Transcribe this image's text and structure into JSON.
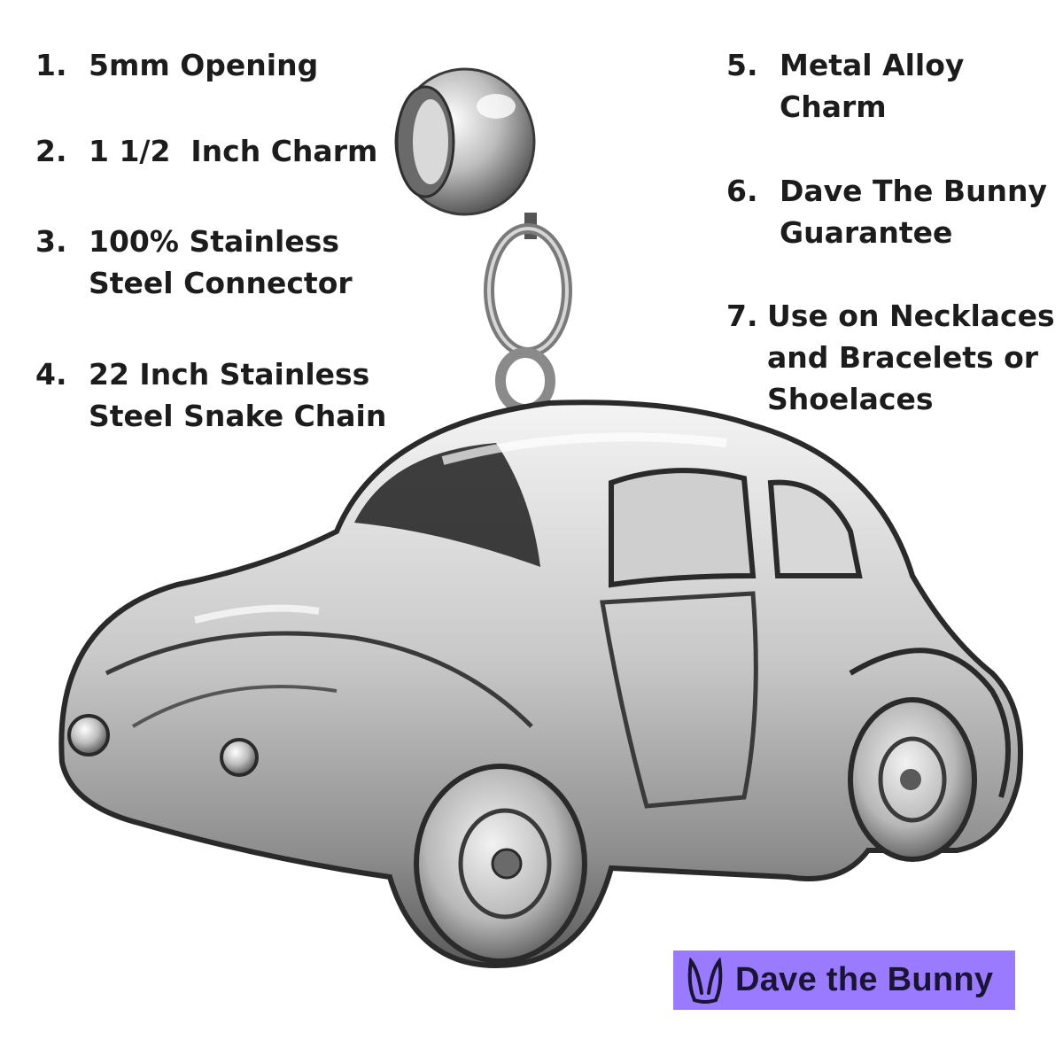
{
  "features_left": [
    {
      "number": "1.",
      "text": "5mm Opening"
    },
    {
      "number": "2.",
      "text": "1 1/2  Inch Charm"
    },
    {
      "number": "3.",
      "text": "100% Stainless\nSteel Connector"
    },
    {
      "number": "4.",
      "text": "22 Inch Stainless\nSteel Snake Chain"
    }
  ],
  "features_right": [
    {
      "number": "5.",
      "text": "Metal Alloy\nCharm"
    },
    {
      "number": "6.",
      "text": "Dave The Bunny\nGuarantee"
    },
    {
      "number": "7.",
      "text": "Use on Necklaces\nand Bracelets or\nShoelaces"
    }
  ],
  "brand": {
    "name": "Dave the Bunny",
    "logo_icon": "bunny-ears-icon",
    "badge_color": "#9a7bff"
  },
  "product": {
    "subject": "silver vintage car charm on bail"
  }
}
